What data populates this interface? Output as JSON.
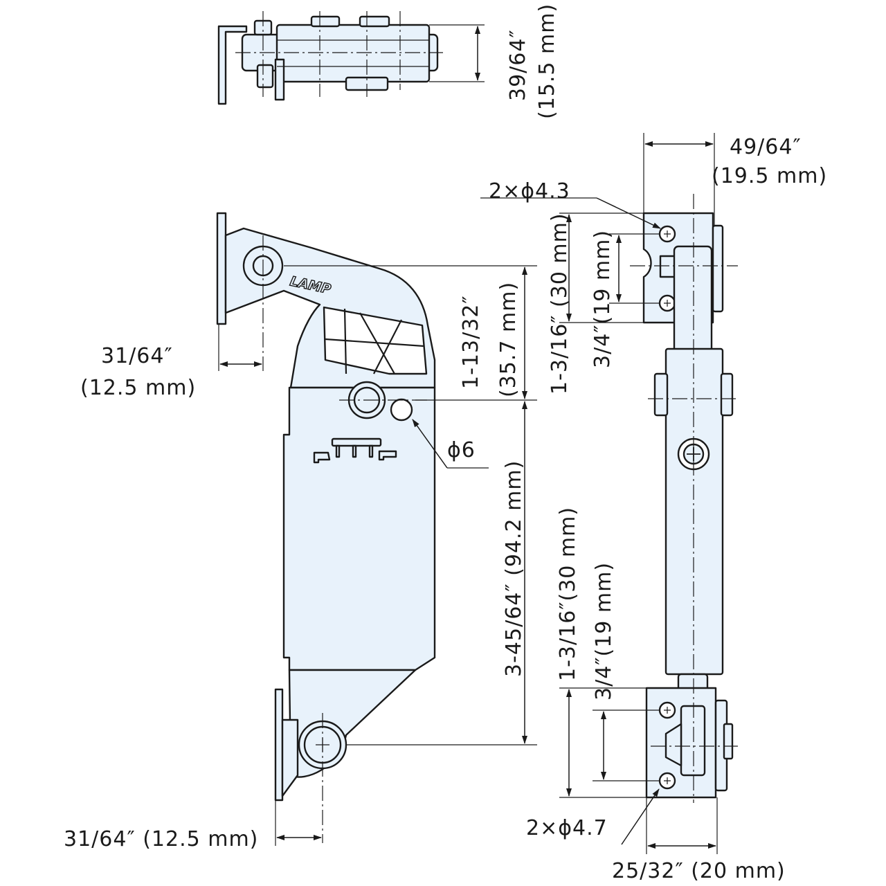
{
  "brand_logo": "LAMP",
  "dimensions": {
    "top_height": "39/64″",
    "top_height_mm": "(15.5 mm)",
    "right_width_top": "49/64″",
    "right_width_top_mm": "(19.5 mm)",
    "holes_top": "2×ϕ4.3",
    "upper_span": "1-3/16″ (30 mm)",
    "upper_pitch": "3/4″(19 mm)",
    "pivot_offset_upper": "31/64″",
    "pivot_offset_upper_mm": "(12.5 mm)",
    "pivot_to_hole": "1-13/32″",
    "pivot_to_hole_mm": "(35.7 mm)",
    "hole_dia": "ϕ6",
    "hole_to_pivot": "3-45/64″ (94.2 mm)",
    "lower_span": "1-3/16″(30 mm)",
    "lower_pitch": "3/4″(19 mm)",
    "holes_bottom": "2×ϕ4.7",
    "pivot_offset_lower": "31/64″ (12.5 mm)",
    "right_width_bottom": "25/32″ (20 mm)"
  }
}
